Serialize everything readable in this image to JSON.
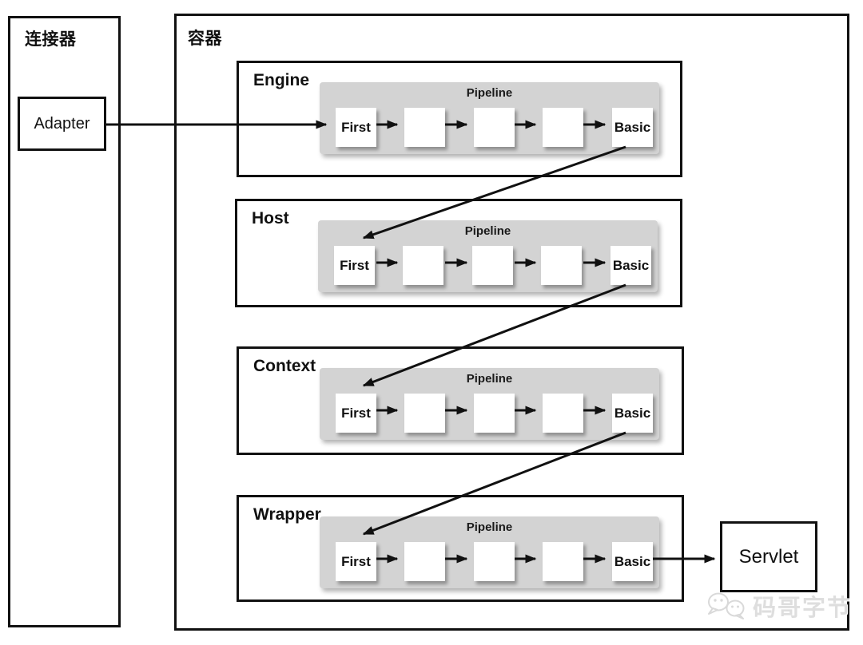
{
  "colors": {
    "line": "#111111",
    "pipeline_bg": "#d3d3d3",
    "node_bg": "#ffffff",
    "border": "#111111",
    "watermark": "#dedede"
  },
  "connector": {
    "label": "连接器",
    "adapter_label": "Adapter"
  },
  "container": {
    "label": "容器"
  },
  "sections": [
    {
      "label": "Engine",
      "pipeline_label": "Pipeline",
      "valves": [
        "First",
        "",
        "",
        "",
        "Basic"
      ]
    },
    {
      "label": "Host",
      "pipeline_label": "Pipeline",
      "valves": [
        "First",
        "",
        "",
        "",
        "Basic"
      ]
    },
    {
      "label": "Context",
      "pipeline_label": "Pipeline",
      "valves": [
        "First",
        "",
        "",
        "",
        "Basic"
      ]
    },
    {
      "label": "Wrapper",
      "pipeline_label": "Pipeline",
      "valves": [
        "First",
        "",
        "",
        "",
        "Basic"
      ]
    }
  ],
  "servlet": {
    "label": "Servlet"
  },
  "watermark": {
    "text": "码哥字节",
    "icon": "wechat-logo-icon"
  },
  "edges": [
    {
      "from": "Adapter",
      "to": "Engine.Pipeline.First"
    },
    {
      "from": "Engine.Pipeline.Basic",
      "to": "Host.Pipeline.First"
    },
    {
      "from": "Host.Pipeline.Basic",
      "to": "Context.Pipeline.First"
    },
    {
      "from": "Context.Pipeline.Basic",
      "to": "Wrapper.Pipeline.First"
    },
    {
      "from": "Wrapper.Pipeline.Basic",
      "to": "Servlet"
    },
    {
      "from": "Pipeline.First",
      "to": "Pipeline.Basic",
      "note": "valves chained left-to-right inside every pipeline"
    }
  ]
}
